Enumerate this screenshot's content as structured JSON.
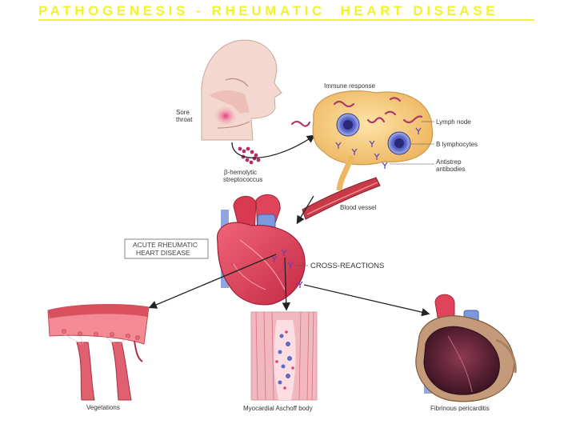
{
  "title": "PATHOGENESIS - RHEUMATIC  HEART DISEASE",
  "labels": {
    "sore_throat_1": "Sore",
    "sore_throat_2": "throat",
    "strep_1": "β-hemolytic",
    "strep_2": "streptococcus",
    "immune_response": "Immune response",
    "lymph_node": "Lymph node",
    "b_lymphocytes": "B lymphocytes",
    "antistrep_1": "Antistrep",
    "antistrep_2": "antibodies",
    "blood_vessel": "Blood vessel",
    "ard_1": "ACUTE RHEUMATIC",
    "ard_2": "HEART DISEASE",
    "cross_reactions": "CROSS-REACTIONS",
    "vegetations": "Vegetations",
    "aschoff": "Myocardial Aschoff body",
    "pericarditis": "Fibrinous pericarditis"
  },
  "colors": {
    "title": "#f3f32a",
    "lymph": "#f3c97a",
    "heart": "#e0445a",
    "skin": "#f4d8cf",
    "vessel": "#c83a48"
  }
}
